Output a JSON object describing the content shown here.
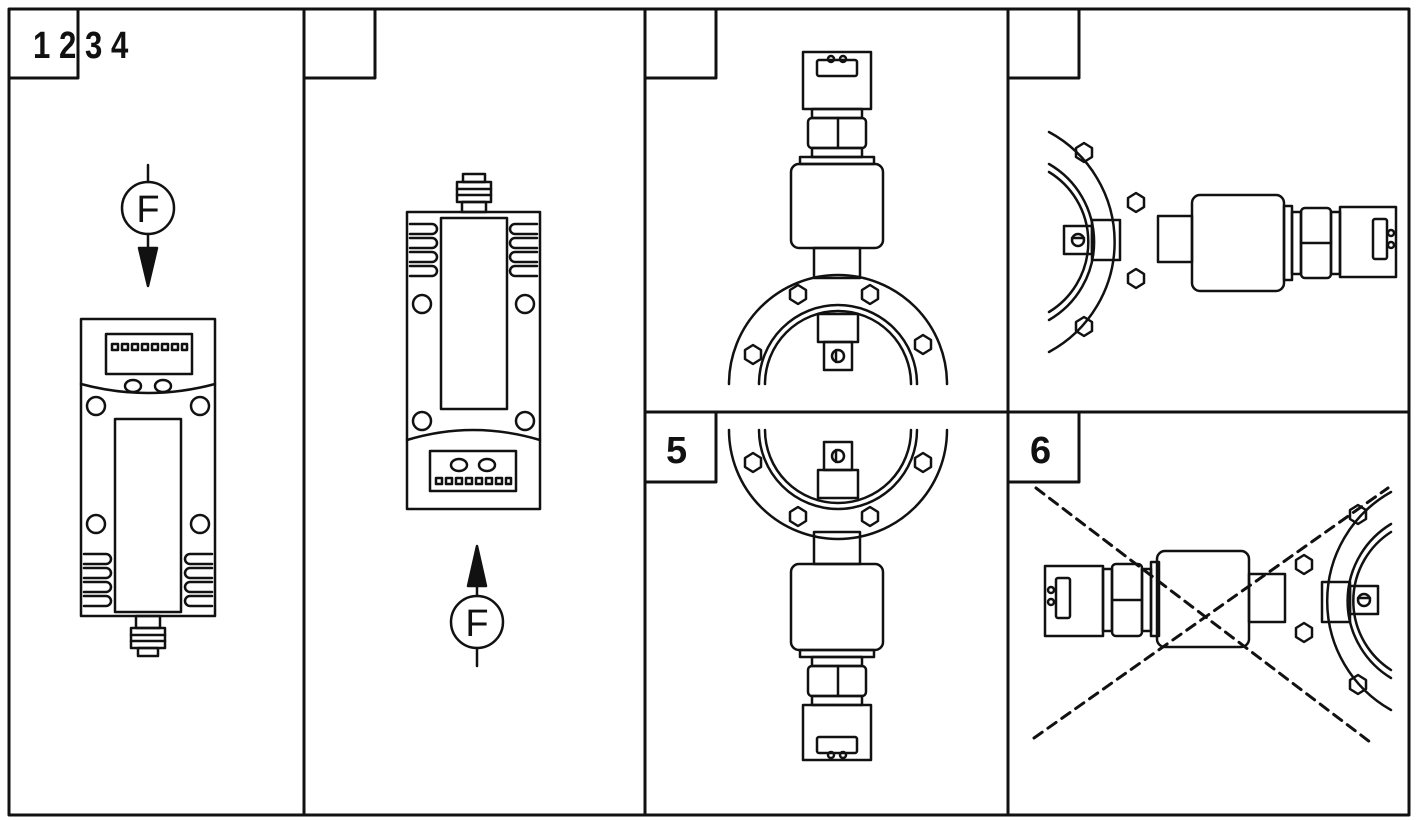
{
  "panels": {
    "p1": {
      "label": "1 2 3 4"
    },
    "p2": {
      "label": ""
    },
    "p3": {
      "label": ""
    },
    "p4": {
      "label": ""
    },
    "p5": {
      "label": "5"
    },
    "p6": {
      "label": "6"
    }
  },
  "symbols": {
    "force_1": "F",
    "force_2": "F"
  },
  "colors": {
    "ink": "#111111",
    "background": "#ffffff"
  }
}
